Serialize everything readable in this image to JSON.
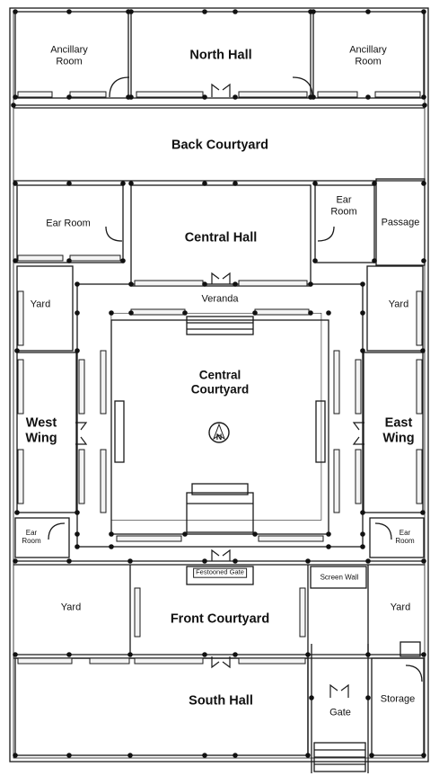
{
  "plan": {
    "rooms": {
      "ancillary_left": [
        "Ancillary",
        "Room"
      ],
      "north_hall": "North Hall",
      "ancillary_right": [
        "Ancillary",
        "Room"
      ],
      "back_courtyard": "Back Courtyard",
      "ear_room_left": "Ear Room",
      "central_hall": "Central Hall",
      "ear_room_right": [
        "Ear",
        "Room"
      ],
      "passage": "Passage",
      "yard_left": "Yard",
      "veranda": "Veranda",
      "yard_right": "Yard",
      "central_courtyard": [
        "Central",
        "Courtyard"
      ],
      "west_wing": [
        "West",
        "Wing"
      ],
      "east_wing": [
        "East",
        "Wing"
      ],
      "ear_room_sw": [
        "Ear",
        "Room"
      ],
      "ear_room_se": [
        "Ear",
        "Room"
      ],
      "festooned_gate": "Festooned Gate",
      "screen_wall": "Screen Wall",
      "yard_front_left": "Yard",
      "front_courtyard": "Front Courtyard",
      "yard_front_right": "Yard",
      "south_hall": "South Hall",
      "gate": "Gate",
      "storage": "Storage"
    },
    "compass": "N"
  },
  "colors": {
    "line": "#1a1a1a",
    "fill": "#f4f4f4",
    "background": "#ffffff"
  }
}
